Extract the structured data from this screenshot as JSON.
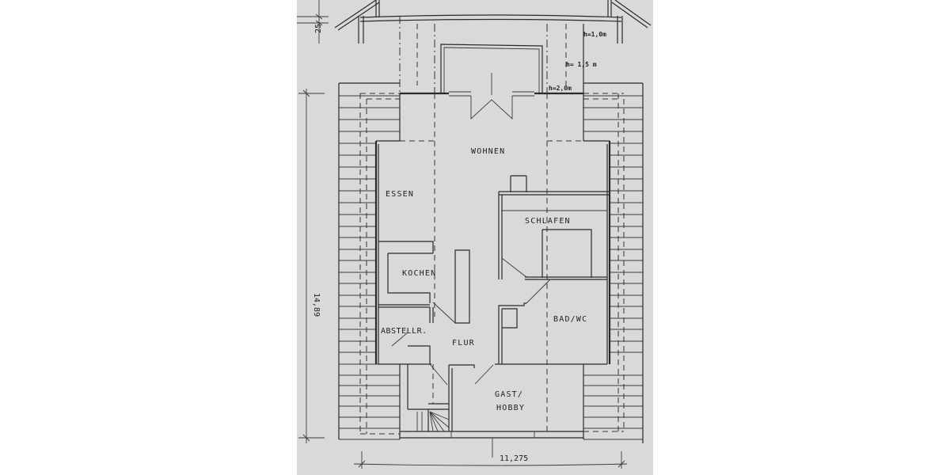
{
  "plan": {
    "type": "floor-plan",
    "rooms": [
      {
        "id": "wohnen",
        "label": "WOHNEN"
      },
      {
        "id": "essen",
        "label": "ESSEN"
      },
      {
        "id": "schlafen",
        "label": "SCHLAFEN"
      },
      {
        "id": "kochen",
        "label": "KOCHEN"
      },
      {
        "id": "bad",
        "label": "BAD/WC"
      },
      {
        "id": "abstell",
        "label": "ABSTELLR."
      },
      {
        "id": "flur",
        "label": "FLUR"
      },
      {
        "id": "gast1",
        "label": "GAST/"
      },
      {
        "id": "gast2",
        "label": "HOBBY"
      }
    ],
    "dimensions": {
      "width": "11,275",
      "depth": "14,89",
      "top_offset": "25"
    },
    "heights": {
      "h1": "h=1,0m",
      "h2": "h= 1,5 m",
      "h3": "h=2,0m"
    },
    "colors": {
      "paper": "#d9d9d7",
      "ink": "#2a2a2a",
      "background": "#ffffff"
    }
  }
}
